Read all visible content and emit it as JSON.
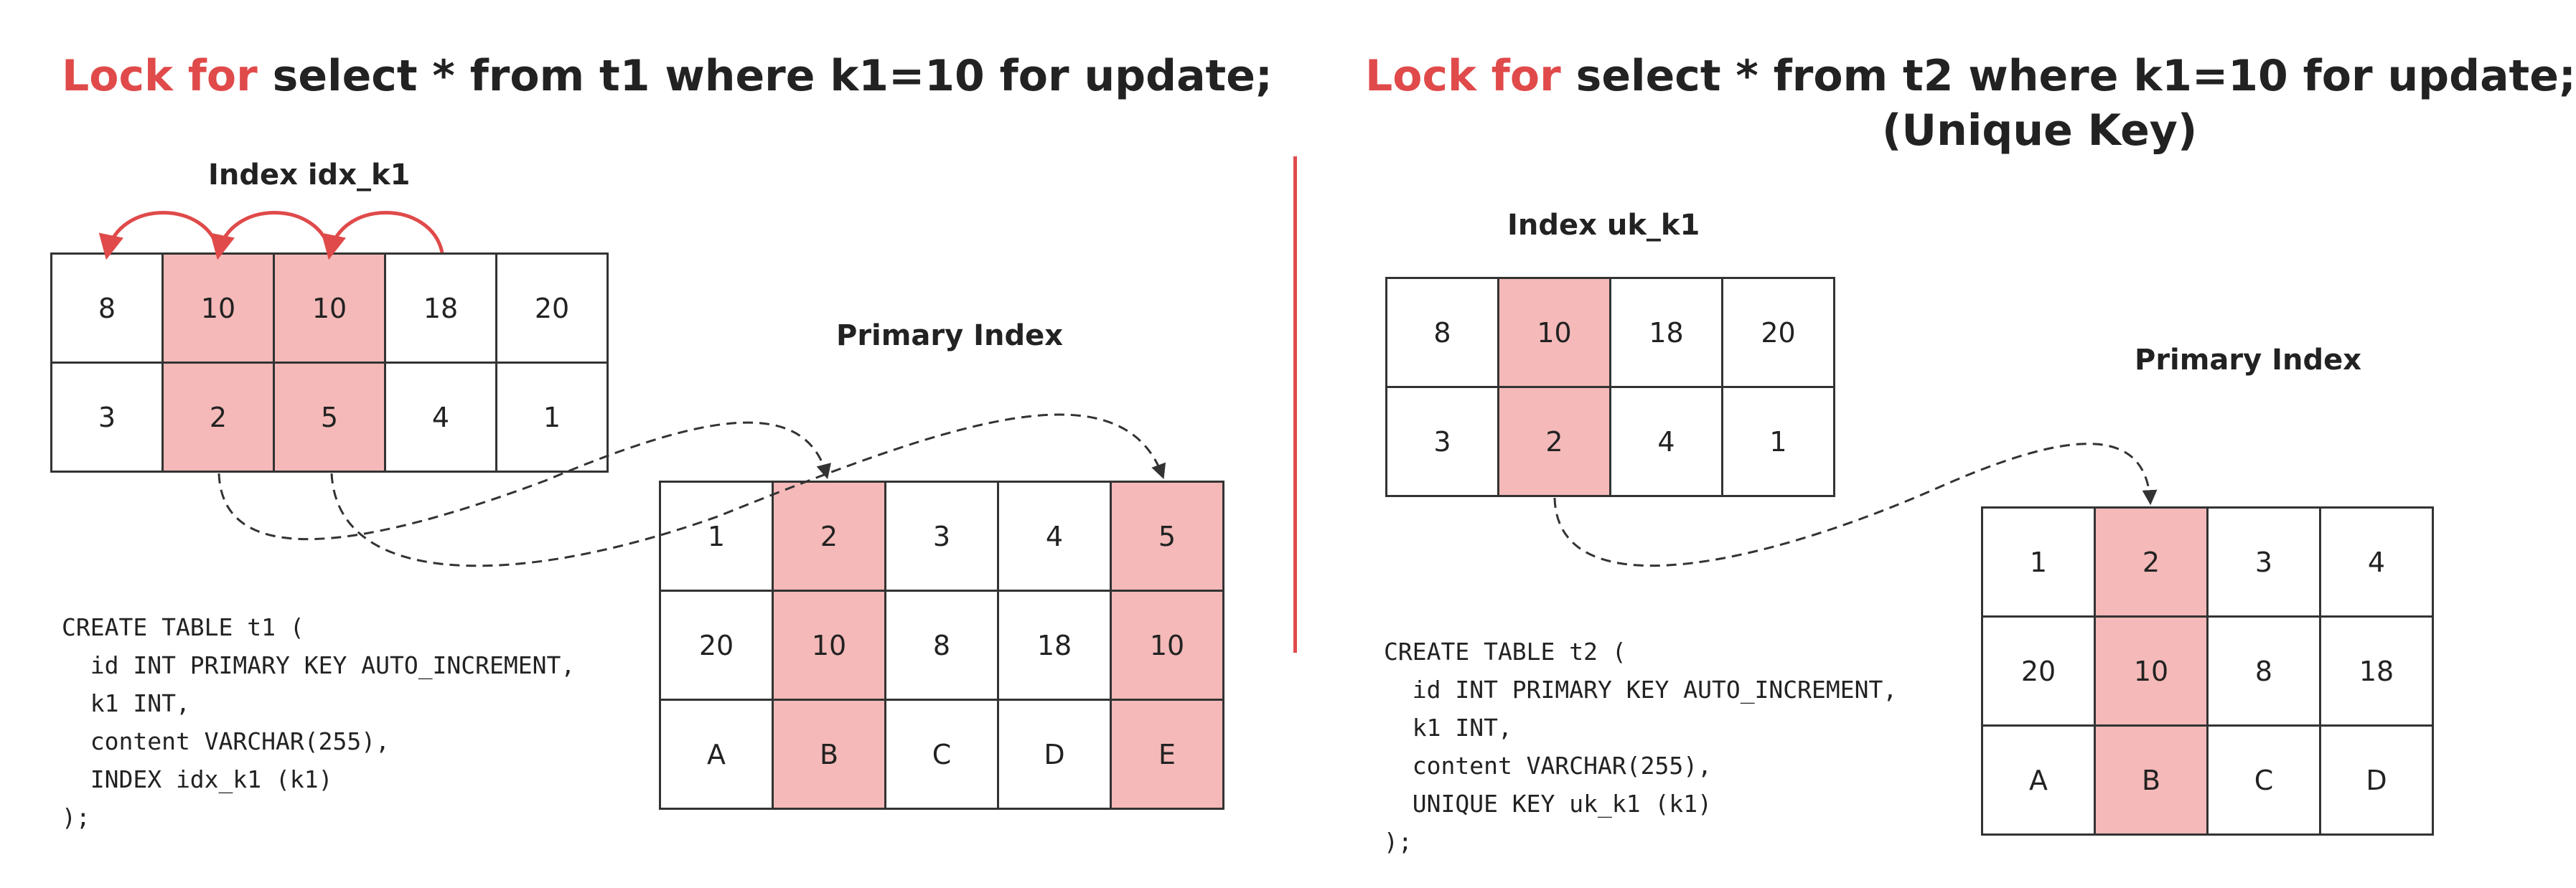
{
  "left": {
    "title": {
      "prefix": "Lock for",
      "query": "select * from t1 where k1=10 for update;"
    },
    "secondary_index": {
      "label": "Index idx_k1",
      "keys": [
        "8",
        "10",
        "10",
        "18",
        "20"
      ],
      "ids": [
        "3",
        "2",
        "5",
        "4",
        "1"
      ],
      "highlighted_columns": [
        1,
        2
      ]
    },
    "primary_index": {
      "label": "Primary Index",
      "ids": [
        "1",
        "2",
        "3",
        "4",
        "5"
      ],
      "k1": [
        "20",
        "10",
        "8",
        "18",
        "10"
      ],
      "content": [
        "A",
        "B",
        "C",
        "D",
        "E"
      ],
      "highlighted_columns": [
        1,
        4
      ]
    },
    "sql": [
      "CREATE TABLE t1 (",
      "  id INT PRIMARY KEY AUTO_INCREMENT,",
      "  k1 INT,",
      "  content VARCHAR(255),",
      "  INDEX idx_k1 (k1)",
      ");"
    ]
  },
  "right": {
    "title": {
      "prefix": "Lock for",
      "query": "select * from t2 where k1=10 for update;"
    },
    "subtitle": "(Unique  Key)",
    "secondary_index": {
      "label": "Index uk_k1",
      "keys": [
        "8",
        "10",
        "18",
        "20"
      ],
      "ids": [
        "3",
        "2",
        "4",
        "1"
      ],
      "highlighted_columns": [
        1
      ]
    },
    "primary_index": {
      "label": "Primary Index",
      "ids": [
        "1",
        "2",
        "3",
        "4"
      ],
      "k1": [
        "20",
        "10",
        "8",
        "18"
      ],
      "content": [
        "A",
        "B",
        "C",
        "D"
      ],
      "highlighted_columns": [
        1
      ]
    },
    "sql": [
      "CREATE TABLE t2 (",
      "  id INT PRIMARY KEY AUTO_INCREMENT,",
      "  k1 INT,",
      "  content VARCHAR(255),",
      "  UNIQUE KEY uk_k1 (k1)",
      ");"
    ]
  },
  "colors": {
    "accent_red": "#e04a4a",
    "lock_fill": "#f4b9b8",
    "line": "#333333"
  }
}
